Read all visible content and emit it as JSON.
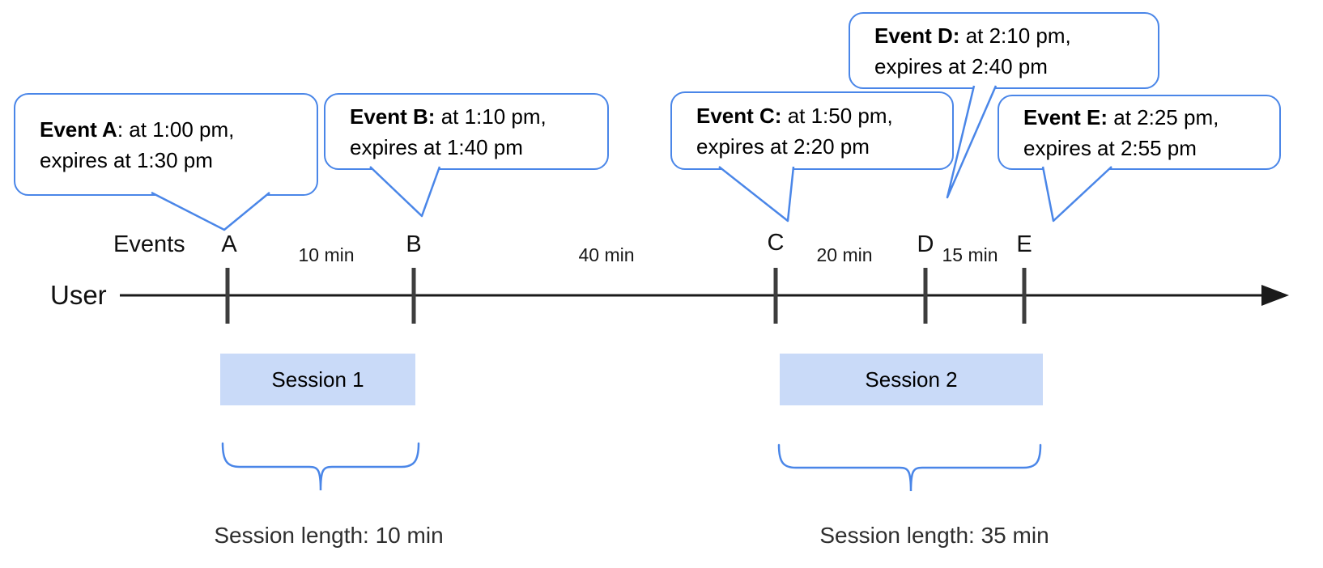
{
  "colors": {
    "bubble_border": "#4a86e8",
    "bubble_fill": "#ffffff",
    "session_fill": "#c9daf8",
    "brace": "#4a86e8",
    "axis": "#1a1a1a",
    "tick": "#3d3d3d"
  },
  "bubbles": [
    {
      "id": "A",
      "bold": "Event A",
      "rest": ": at 1:00 pm,",
      "line2": "expires at 1:30 pm"
    },
    {
      "id": "B",
      "bold": "Event B:",
      "rest": " at 1:10 pm,",
      "line2": "expires at 1:40 pm"
    },
    {
      "id": "C",
      "bold": "Event C:",
      "rest": " at 1:50 pm,",
      "line2": "expires at 2:20 pm"
    },
    {
      "id": "D",
      "bold": "Event D:",
      "rest": " at 2:10 pm,",
      "line2": "expires at 2:40 pm"
    },
    {
      "id": "E",
      "bold": "Event E:",
      "rest": " at 2:25 pm,",
      "line2": "expires at 2:55 pm"
    }
  ],
  "timeline": {
    "events_label": "Events",
    "user_label": "User",
    "ticks": [
      "A",
      "B",
      "C",
      "D",
      "E"
    ],
    "intervals": [
      "10 min",
      "40 min",
      "20 min",
      "15 min"
    ]
  },
  "sessions": [
    {
      "label": "Session 1",
      "length": "Session length: 10 min"
    },
    {
      "label": "Session 2",
      "length": "Session length: 35 min"
    }
  ]
}
